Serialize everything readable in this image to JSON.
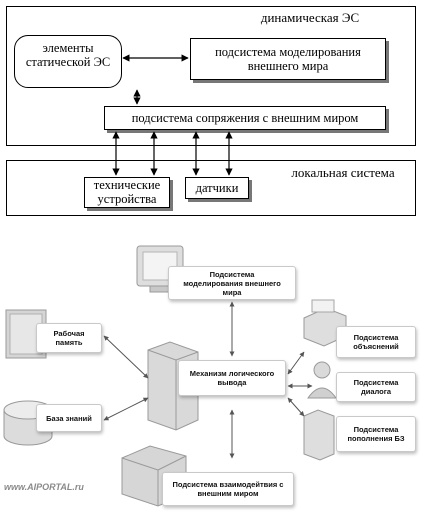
{
  "top_diagram": {
    "dynamic_es": "динамическая ЭС",
    "static_es_elements": "элементы статической ЭС",
    "world_modeling": "подсистема моделирования внешнего мира",
    "interface": "подсистема сопряжения с внешним миром",
    "local_system": "локальная система",
    "tech_devices": "технические устройства",
    "sensors": "датчики"
  },
  "bottom_diagram": {
    "world_modeling": "Подсистема моделирования внешнего мира",
    "working_memory": "Рабочая память",
    "knowledge_base": "База знаний",
    "inference": "Механизм логического вывода",
    "explanations": "Подсистема объяснений",
    "dialog": "Подсистема диалога",
    "kb_update": "Подсистема пополнения БЗ",
    "world_interaction": "Подсистема взаимодейтвия с внешним миром",
    "watermark": "www.AIPORTAL.ru"
  },
  "colors": {
    "arrow": "#555555",
    "watermark_red": "#d21f1f",
    "watermark_gray": "#8a8a8a"
  }
}
